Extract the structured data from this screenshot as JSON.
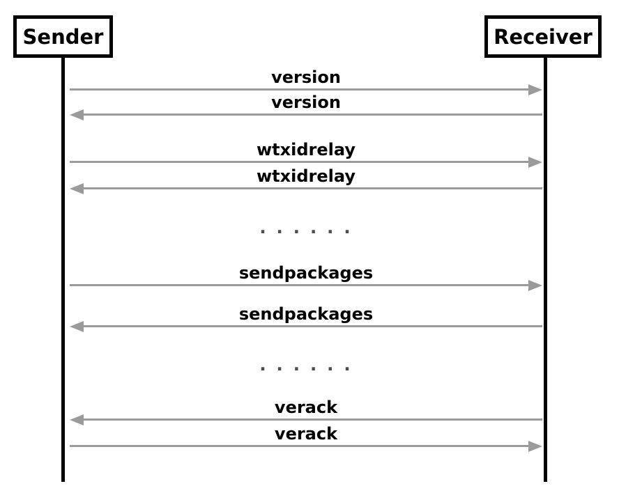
{
  "diagram": {
    "actors": [
      {
        "id": "sender",
        "label": "Sender"
      },
      {
        "id": "receiver",
        "label": "Receiver"
      }
    ],
    "messages": [
      {
        "type": "message",
        "label": "version",
        "direction": "to-receiver"
      },
      {
        "type": "message",
        "label": "version",
        "direction": "to-sender"
      },
      {
        "type": "message",
        "label": "wtxidrelay",
        "direction": "to-receiver"
      },
      {
        "type": "message",
        "label": "wtxidrelay",
        "direction": "to-sender"
      },
      {
        "type": "ellipsis",
        "label": ". . . . . ."
      },
      {
        "type": "message",
        "label": "sendpackages",
        "direction": "to-receiver"
      },
      {
        "type": "message",
        "label": "sendpackages",
        "direction": "to-sender"
      },
      {
        "type": "ellipsis",
        "label": ". . . . . ."
      },
      {
        "type": "message",
        "label": "verack",
        "direction": "to-sender"
      },
      {
        "type": "message",
        "label": "verack",
        "direction": "to-receiver"
      }
    ],
    "colors": {
      "arrow": "#9a9a9a",
      "actor_border": "#000000",
      "label": "#000000",
      "ellipsis": "#4d4d4d",
      "background": "#ffffff"
    }
  }
}
